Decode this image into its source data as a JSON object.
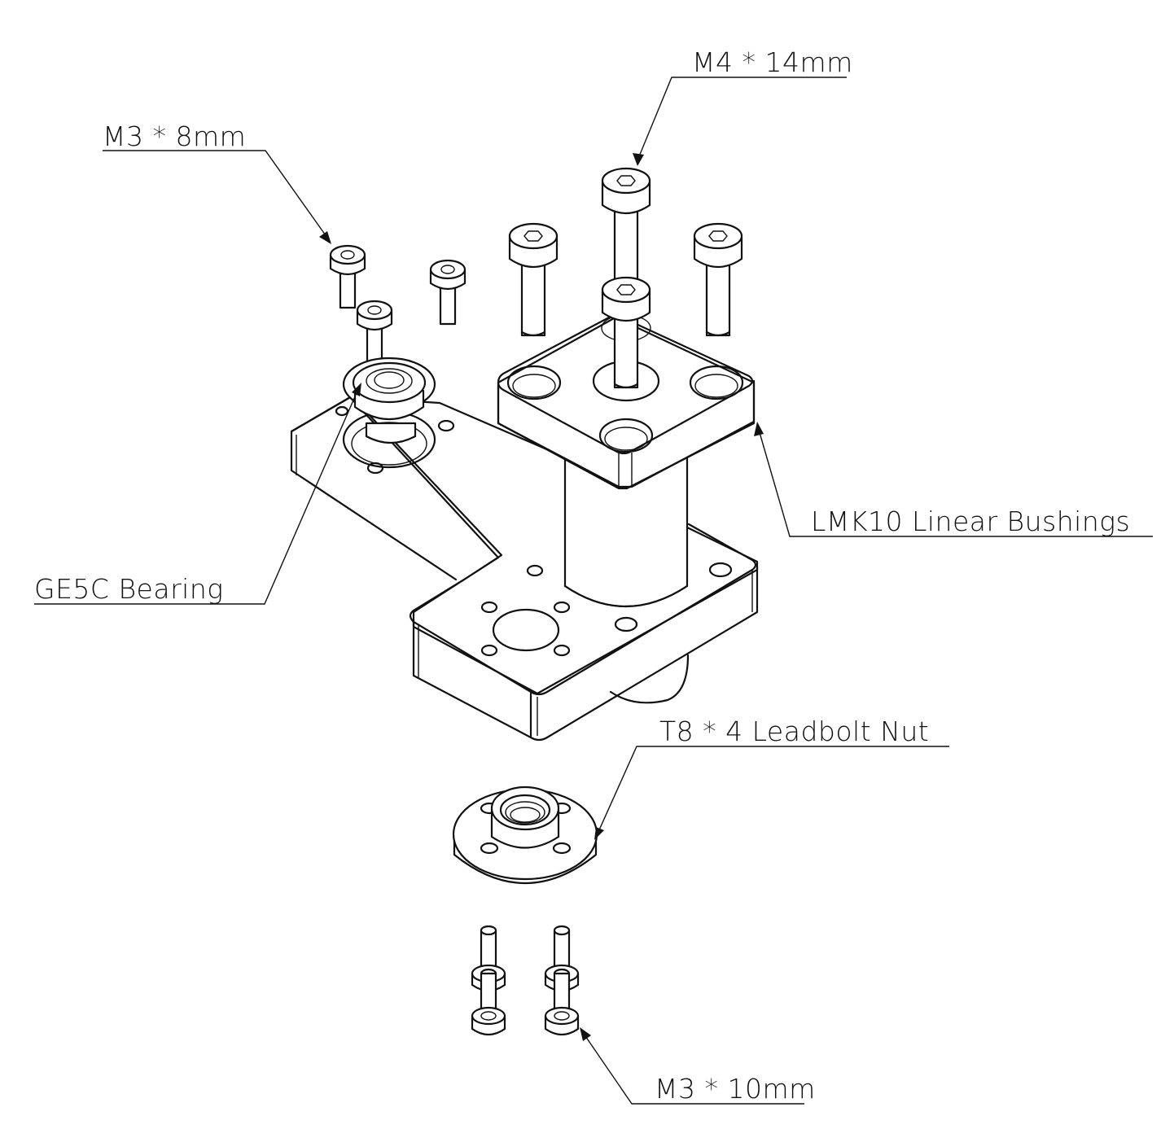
{
  "labels": {
    "m4_14": "M4 * 14mm",
    "m3_8": "M3 * 8mm",
    "lmk10": "LMK10 Linear Bushings",
    "ge5c": "GE5C Bearing",
    "t8_nut": "T8 * 4 Leadbolt Nut",
    "m3_10": "M3 * 10mm"
  },
  "colors": {
    "line": "#111111",
    "background": "#ffffff"
  }
}
